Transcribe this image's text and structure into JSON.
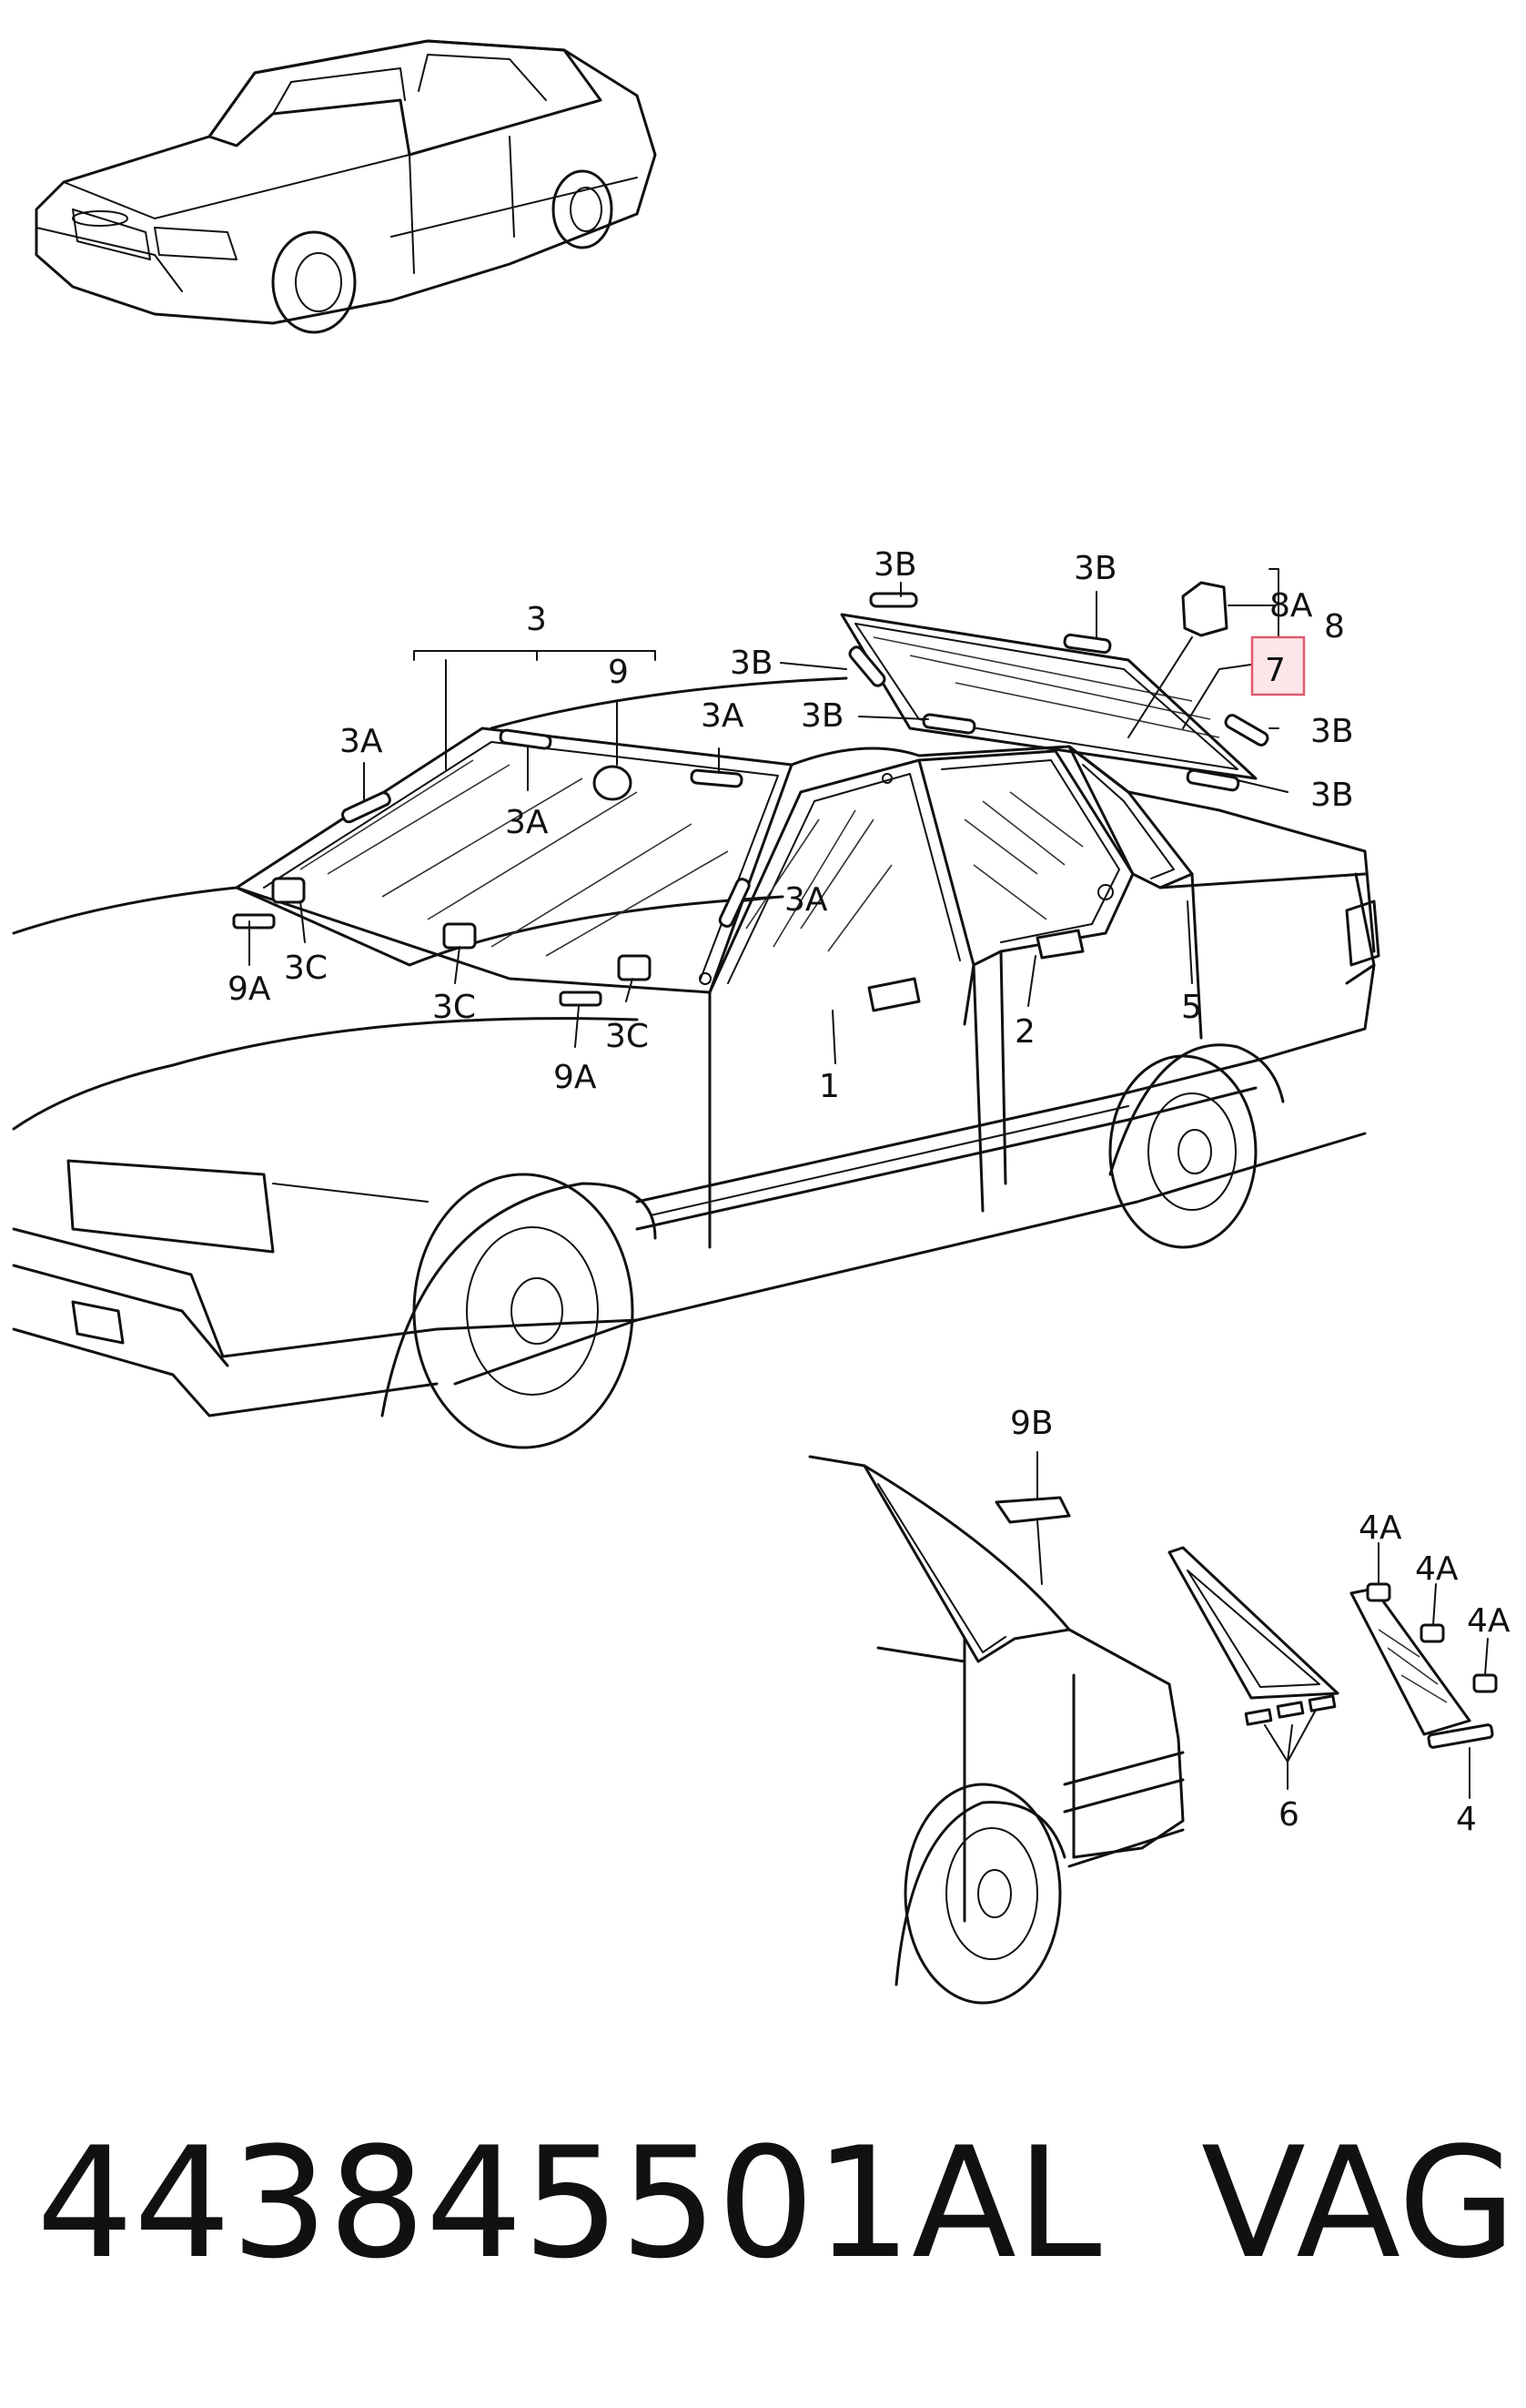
{
  "labels": {
    "l3B_top": "3B",
    "l3B_upper": "3B",
    "l8A": "8A",
    "l8": "8",
    "l3": "3",
    "l9": "9",
    "l3B_left": "3B",
    "l7": "7",
    "l3A_left": "3A",
    "l3A_mid": "3A",
    "l3B_center": "3B",
    "l3B_right1": "3B",
    "l3B_right2": "3B",
    "l3A_windshield": "3A",
    "l3A_door": "3A",
    "l9A_left": "9A",
    "l3C_left": "3C",
    "l3C_mid": "3C",
    "l3C_right": "3C",
    "l9A_right": "9A",
    "l5": "5",
    "l2": "2",
    "l1": "1",
    "l9B": "9B",
    "l4A_1": "4A",
    "l4A_2": "4A",
    "l4A_3": "4A",
    "l6": "6",
    "l4": "4"
  },
  "highlight": {
    "label": "7",
    "color": "#e05a6e"
  },
  "footer": {
    "part_number": "443845501AL",
    "brand": "VAG"
  }
}
